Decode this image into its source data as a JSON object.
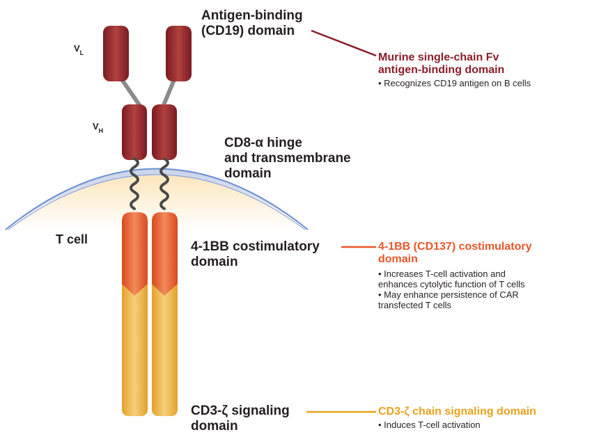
{
  "colors": {
    "antigen": "#8b1e2a",
    "costim": "#e8572a",
    "signaling": "#e8a21c",
    "membrane": "#6d8fd1",
    "text": "#231f20"
  },
  "labels": {
    "vl": {
      "main": "V",
      "sub": "L"
    },
    "vh": {
      "main": "V",
      "sub": "H"
    },
    "t_cell": "T cell",
    "antigen_binding": [
      "Antigen-binding",
      "(CD19) domain"
    ],
    "hinge": [
      "CD8-α hinge",
      "and transmembrane",
      "domain"
    ],
    "costim": [
      "4-1BB costimulatory",
      "domain"
    ],
    "signaling": [
      "CD3-ζ signaling",
      "domain"
    ]
  },
  "annotations": {
    "scfv": {
      "title": [
        "Murine single-chain Fv",
        "antigen-binding domain"
      ],
      "bullets": [
        "• Recognizes CD19 antigen on B cells"
      ]
    },
    "costim": {
      "title": [
        "4-1BB (CD137) costimulatory",
        "domain"
      ],
      "bullets": [
        "• Increases T-cell activation and",
        "  enhances cytolytic function of T cells",
        "• May enhance persistence of CAR",
        "  transfected T cells"
      ]
    },
    "cd3z": {
      "title": [
        "CD3-ζ chain signaling domain"
      ],
      "bullets": [
        "• Induces T-cell activation"
      ]
    }
  }
}
